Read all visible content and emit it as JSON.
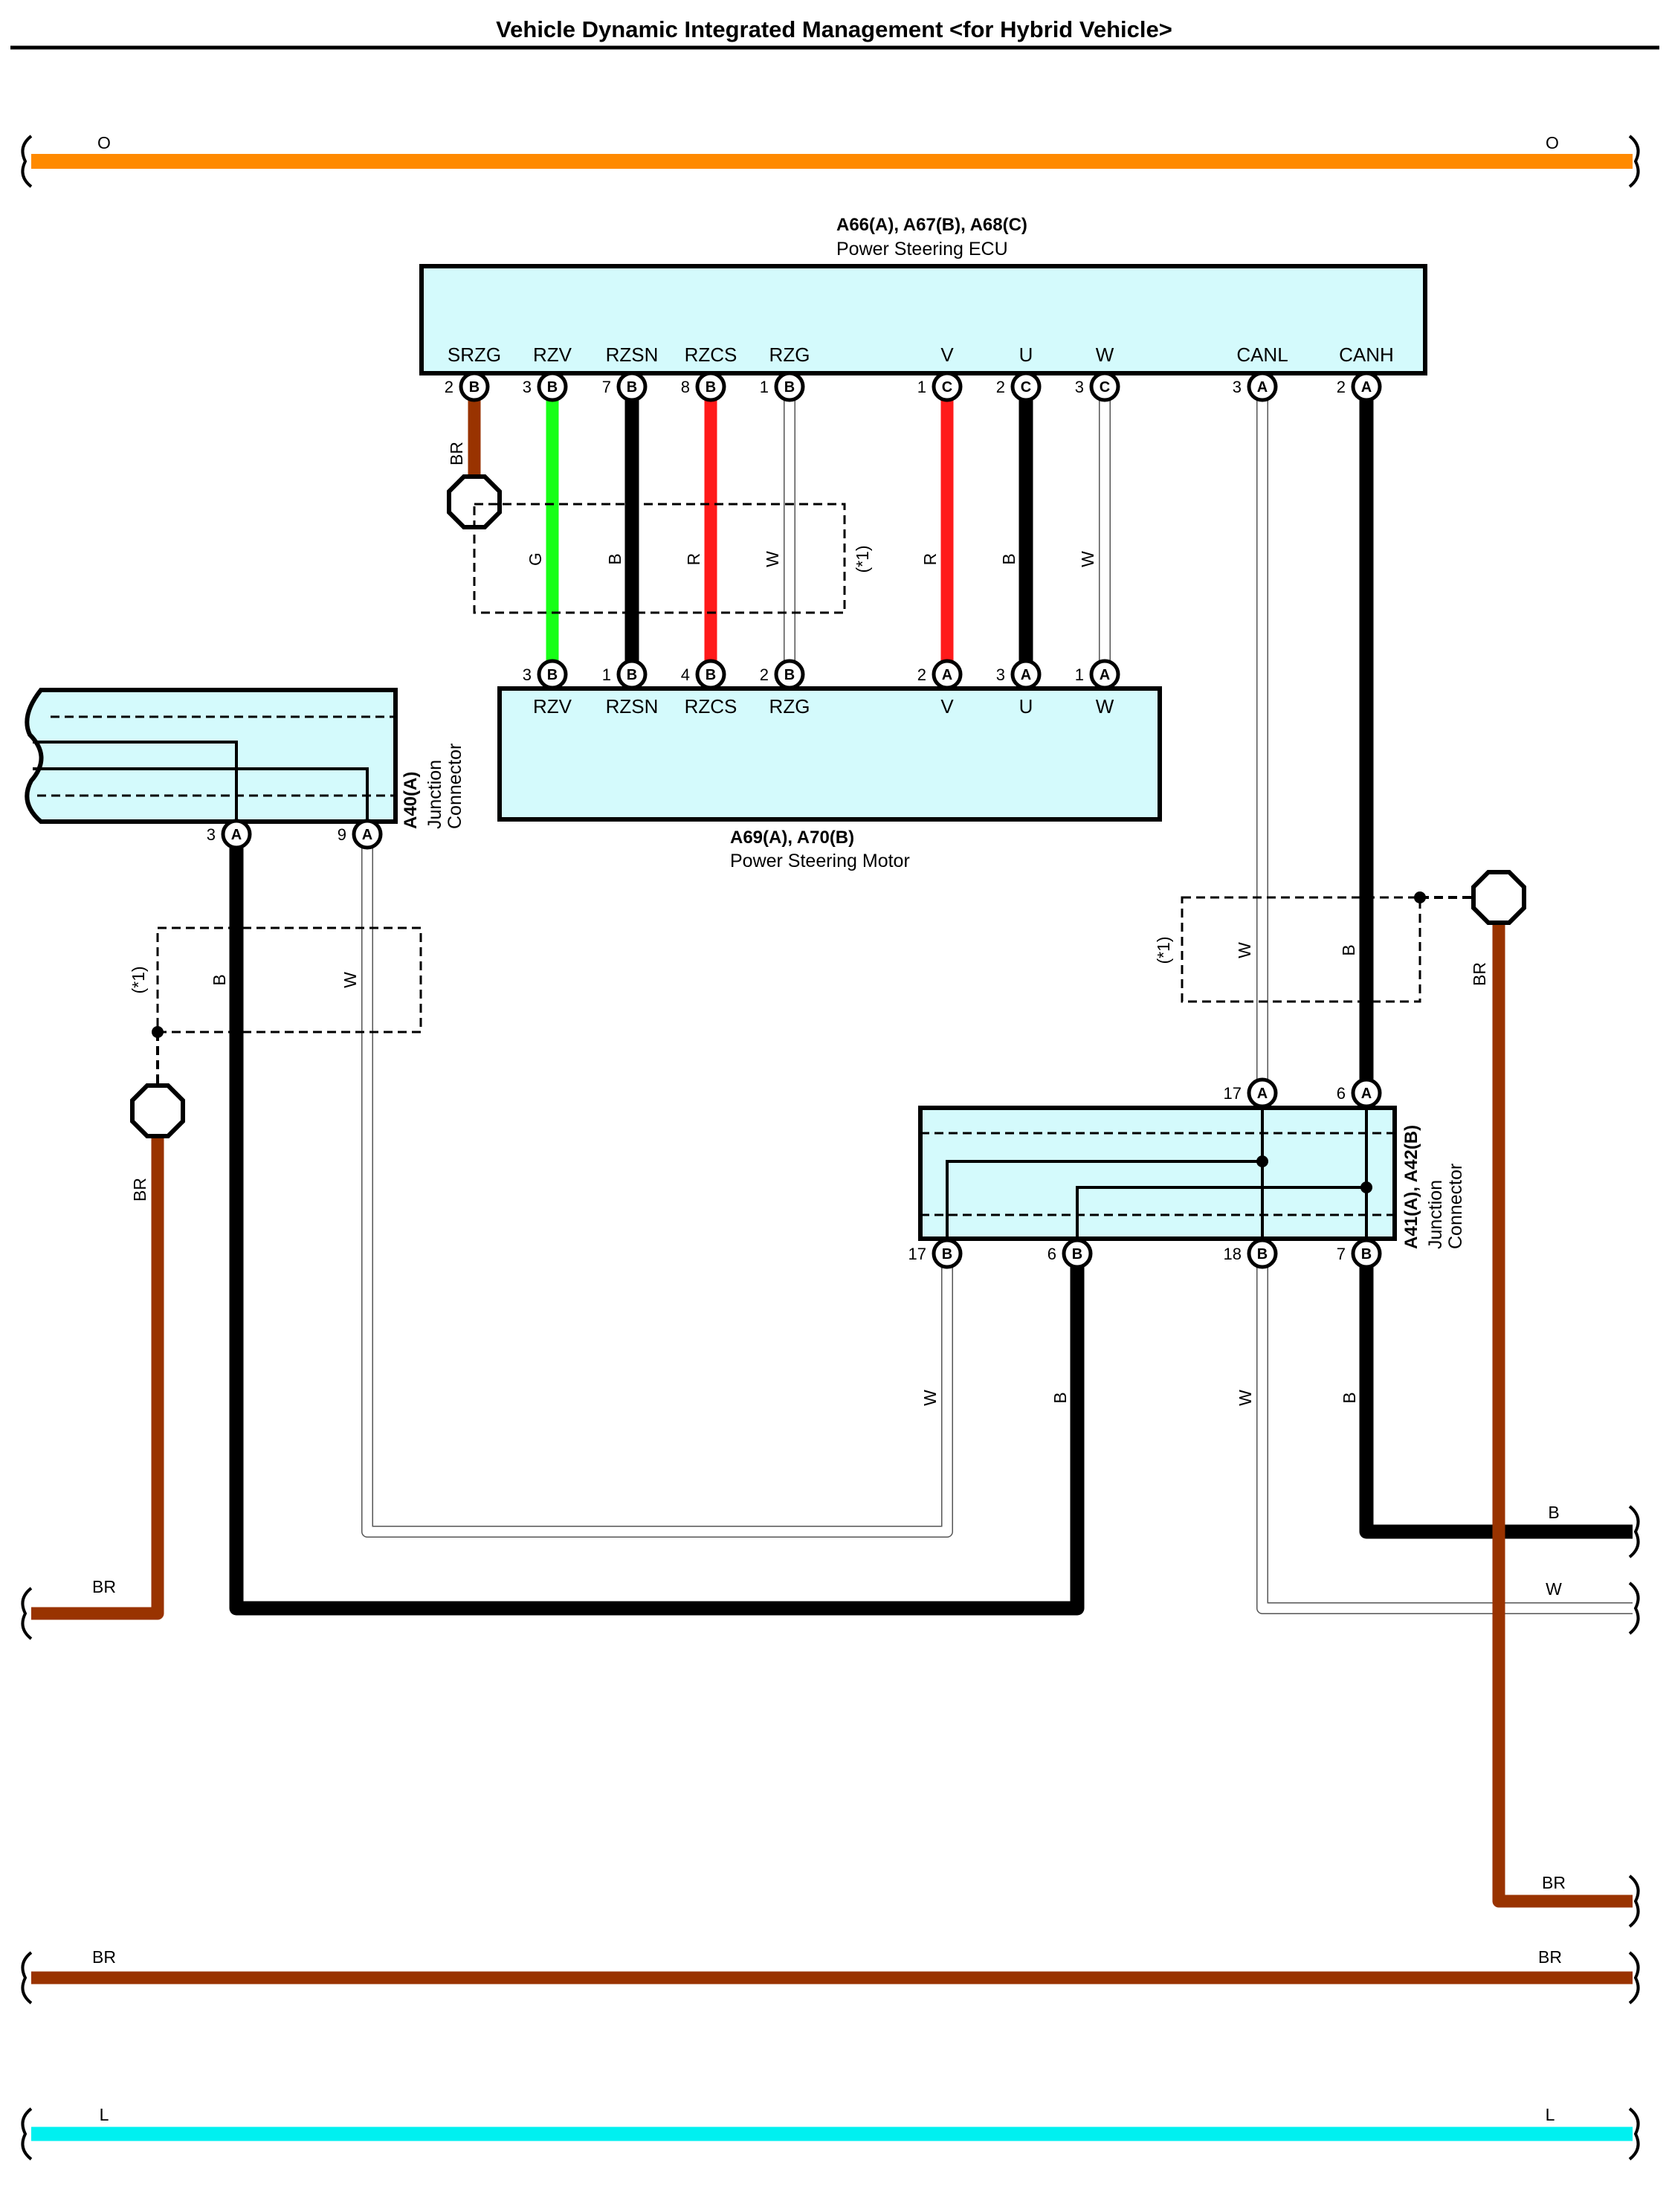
{
  "title": "Vehicle Dynamic Integrated Management <for Hybrid Vehicle>",
  "colors": {
    "orange_wire": "#ff8a00",
    "brown_wire": "#993300",
    "light_blue_wire": "#00f0f0",
    "red_wire": "#ff1a1a",
    "green_wire": "#18ff18",
    "black_wire": "#000000",
    "component_fill": "#d4fafc"
  },
  "buses": {
    "orange": {
      "left": "O",
      "right": "O"
    },
    "brown": {
      "left": "BR",
      "right": "BR"
    },
    "light_blue": {
      "left": "L",
      "right": "L"
    }
  },
  "ecu": {
    "ref": "A66(A), A67(B), A68(C)",
    "name": "Power Steering ECU",
    "terminals": [
      {
        "name": "SRZG",
        "num": "2",
        "conn": "B"
      },
      {
        "name": "RZV",
        "num": "3",
        "conn": "B"
      },
      {
        "name": "RZSN",
        "num": "7",
        "conn": "B"
      },
      {
        "name": "RZCS",
        "num": "8",
        "conn": "B"
      },
      {
        "name": "RZG",
        "num": "1",
        "conn": "B"
      },
      {
        "name": "V",
        "num": "1",
        "conn": "C"
      },
      {
        "name": "U",
        "num": "2",
        "conn": "C"
      },
      {
        "name": "W",
        "num": "3",
        "conn": "C"
      },
      {
        "name": "CANL",
        "num": "3",
        "conn": "A"
      },
      {
        "name": "CANH",
        "num": "2",
        "conn": "A"
      }
    ]
  },
  "motor": {
    "ref": "A69(A), A70(B)",
    "name": "Power Steering Motor",
    "terminals": [
      {
        "name": "RZV",
        "num": "3",
        "conn": "B"
      },
      {
        "name": "RZSN",
        "num": "1",
        "conn": "B"
      },
      {
        "name": "RZCS",
        "num": "4",
        "conn": "B"
      },
      {
        "name": "RZG",
        "num": "2",
        "conn": "B"
      },
      {
        "name": "V",
        "num": "2",
        "conn": "A"
      },
      {
        "name": "U",
        "num": "3",
        "conn": "A"
      },
      {
        "name": "W",
        "num": "1",
        "conn": "A"
      }
    ]
  },
  "wire_colors_ecu_motor": [
    "G",
    "B",
    "R",
    "W",
    "R",
    "B",
    "W"
  ],
  "srzg_wire": "BR",
  "shield_note": "(*1)",
  "jc_a40": {
    "ref": "A40(A)",
    "name_line1": "Junction",
    "name_line2": "Connector",
    "pins": [
      {
        "num": "3",
        "conn": "A"
      },
      {
        "num": "9",
        "conn": "A"
      }
    ]
  },
  "jc_a41": {
    "ref": "A41(A), A42(B)",
    "name_line1": "Junction",
    "name_line2": "Connector",
    "top_pins": [
      {
        "num": "17",
        "conn": "A"
      },
      {
        "num": "6",
        "conn": "A"
      }
    ],
    "bottom_pins": [
      {
        "num": "17",
        "conn": "B"
      },
      {
        "num": "6",
        "conn": "B"
      },
      {
        "num": "18",
        "conn": "B"
      },
      {
        "num": "7",
        "conn": "B"
      }
    ]
  },
  "left_wires": {
    "black": "B",
    "white": "W",
    "ground": "BR"
  },
  "right_wires": {
    "white": "W",
    "black": "B",
    "ground": "BR"
  },
  "lower_wires": [
    "W",
    "B",
    "W",
    "B"
  ],
  "left_exit": "BR",
  "right_exits": [
    "B",
    "W",
    "BR"
  ]
}
